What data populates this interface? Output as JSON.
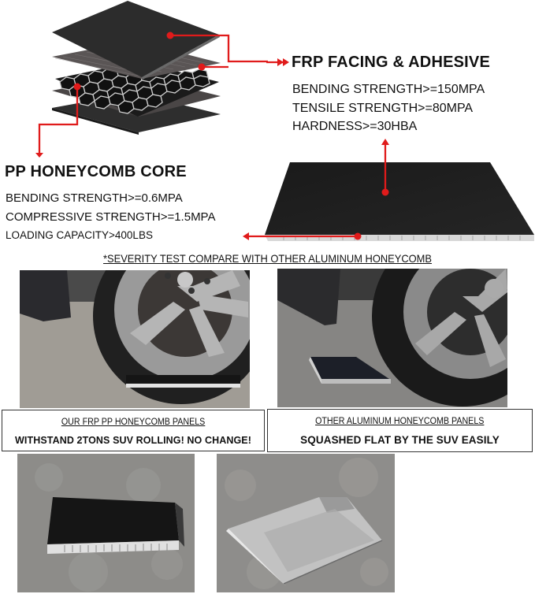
{
  "top_diagram": {
    "alt": "Exploded view of FRP facing, adhesive, PP honeycomb core layers",
    "layers": [
      "frp-facing-top",
      "adhesive-top",
      "pp-honeycomb-core",
      "adhesive-bottom",
      "frp-facing-bottom"
    ]
  },
  "frp_section": {
    "title": "FRP FACING & ADHESIVE",
    "specs": [
      "BENDING STRENGTH>=150MPA",
      "TENSILE STRENGTH>=80MPA",
      "HARDNESS>=30HBA"
    ]
  },
  "pp_section": {
    "title": "PP HONEYCOMB CORE",
    "specs": [
      "BENDING STRENGTH>=0.6MPA",
      "COMPRESSIVE STRENGTH>=1.5MPA",
      "LOADING CAPACITY>400LBS"
    ]
  },
  "severity_test": {
    "heading": "*SEVERITY TEST COMPARE WITH OTHER ALUMINUM HONEYCOMB",
    "ours": {
      "subtitle": "OUR FRP PP HONEYCOMB PANELS",
      "result": "WITHSTAND 2TONS SUV ROLLING! NO CHANGE!"
    },
    "other": {
      "subtitle": "OTHER ALUMINUM HONEYCOMB PANELS",
      "result": "SQUASHED FLAT BY THE SUV EASILY"
    }
  },
  "colors": {
    "accent_red": "#e01b1b",
    "text": "#111111",
    "panel_black": "#1e1e1e",
    "background": "#ffffff"
  }
}
